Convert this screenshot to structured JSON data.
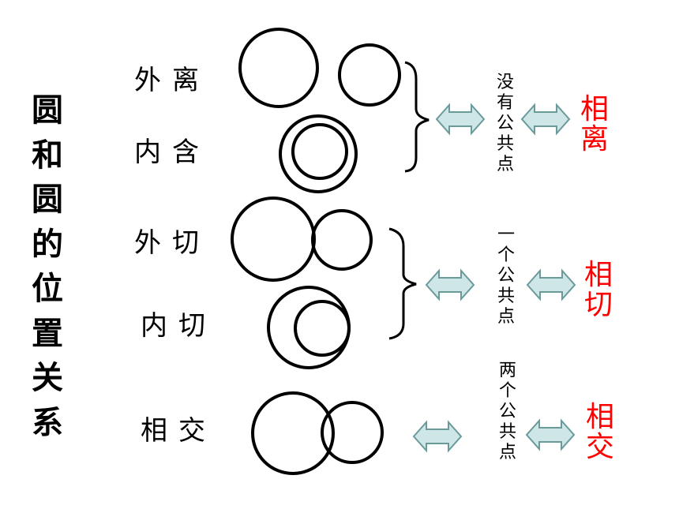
{
  "title": "圆和圆的位置关系",
  "rows": [
    {
      "label": "外离"
    },
    {
      "label": "内含"
    },
    {
      "label": "外切"
    },
    {
      "label": "内切"
    },
    {
      "label": "相交"
    }
  ],
  "groups": [
    {
      "note": "没有公共点",
      "result": "相离"
    },
    {
      "note": "一个公共点",
      "result": "相切"
    },
    {
      "note": "两个公共点",
      "result": "相交"
    }
  ],
  "colors": {
    "result": "#ff0000",
    "arrow_fill": "#cfe6e6",
    "arrow_stroke": "#6a9a9a",
    "stroke": "#000000"
  }
}
